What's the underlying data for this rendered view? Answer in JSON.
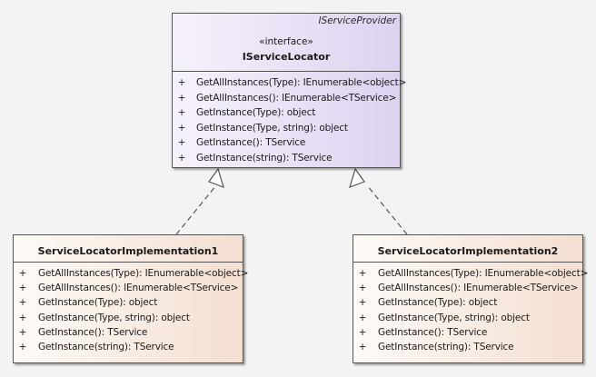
{
  "colors": {
    "background": "#f3f3f3",
    "interface_fill_light": "#f6f2fb",
    "interface_fill_dark": "#ddd2f0",
    "class_fill_light": "#fdfaf6",
    "class_fill_dark": "#f3dfd1",
    "border": "#555555",
    "connector": "#555555"
  },
  "interface": {
    "parent_name": "IServiceProvider",
    "stereotype": "«interface»",
    "name": "IServiceLocator",
    "operations": [
      {
        "visibility": "+",
        "signature": "GetAllInstances(Type): IEnumerable<object>"
      },
      {
        "visibility": "+",
        "signature": "GetAllInstances(): IEnumerable<TService>"
      },
      {
        "visibility": "+",
        "signature": "GetInstance(Type): object"
      },
      {
        "visibility": "+",
        "signature": "GetInstance(Type, string): object"
      },
      {
        "visibility": "+",
        "signature": "GetInstance(): TService"
      },
      {
        "visibility": "+",
        "signature": "GetInstance(string): TService"
      }
    ]
  },
  "implementations": [
    {
      "name": "ServiceLocatorImplementation1",
      "operations": [
        {
          "visibility": "+",
          "signature": "GetAllInstances(Type): IEnumerable<object>"
        },
        {
          "visibility": "+",
          "signature": "GetAllInstances(): IEnumerable<TService>"
        },
        {
          "visibility": "+",
          "signature": "GetInstance(Type): object"
        },
        {
          "visibility": "+",
          "signature": "GetInstance(Type, string): object"
        },
        {
          "visibility": "+",
          "signature": "GetInstance(): TService"
        },
        {
          "visibility": "+",
          "signature": "GetInstance(string): TService"
        }
      ]
    },
    {
      "name": "ServiceLocatorImplementation2",
      "operations": [
        {
          "visibility": "+",
          "signature": "GetAllInstances(Type): IEnumerable<object>"
        },
        {
          "visibility": "+",
          "signature": "GetAllInstances(): IEnumerable<TService>"
        },
        {
          "visibility": "+",
          "signature": "GetInstance(Type): object"
        },
        {
          "visibility": "+",
          "signature": "GetInstance(Type, string): object"
        },
        {
          "visibility": "+",
          "signature": "GetInstance(): TService"
        },
        {
          "visibility": "+",
          "signature": "GetInstance(string): TService"
        }
      ]
    }
  ],
  "relationships": [
    {
      "type": "realization",
      "from": "ServiceLocatorImplementation1",
      "to": "IServiceLocator"
    },
    {
      "type": "realization",
      "from": "ServiceLocatorImplementation2",
      "to": "IServiceLocator"
    }
  ]
}
